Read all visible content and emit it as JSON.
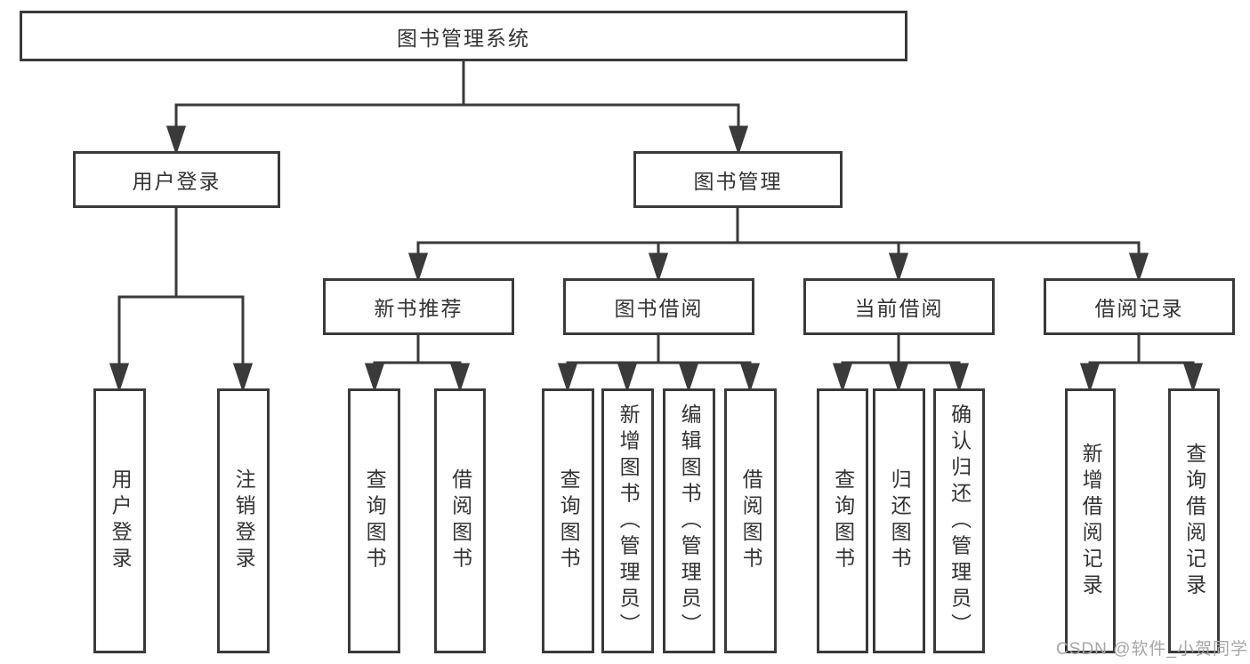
{
  "root": {
    "label": "图书管理系统"
  },
  "level2": [
    {
      "label": "用户登录",
      "children": [
        {
          "label": "用户登录"
        },
        {
          "label": "注销登录"
        }
      ]
    },
    {
      "label": "图书管理",
      "children": [
        {
          "label": "新书推荐",
          "children": [
            {
              "label": "查询图书"
            },
            {
              "label": "借阅图书"
            }
          ]
        },
        {
          "label": "图书借阅",
          "children": [
            {
              "label": "查询图书"
            },
            {
              "label": "新增图书（管理员）"
            },
            {
              "label": "编辑图书（管理员）"
            },
            {
              "label": "借阅图书"
            }
          ]
        },
        {
          "label": "当前借阅",
          "children": [
            {
              "label": "查询图书"
            },
            {
              "label": "归还图书"
            },
            {
              "label": "确认归还（管理员）"
            }
          ]
        },
        {
          "label": "借阅记录",
          "children": [
            {
              "label": "新增借阅记录"
            },
            {
              "label": "查询借阅记录"
            }
          ]
        }
      ]
    }
  ],
  "watermark": {
    "text": "CSDN @软件_小贺同学"
  },
  "colors": {
    "line": "#3a3a3a",
    "text": "#333333",
    "watermark": "#a6a6a6",
    "background": "#ffffff"
  }
}
